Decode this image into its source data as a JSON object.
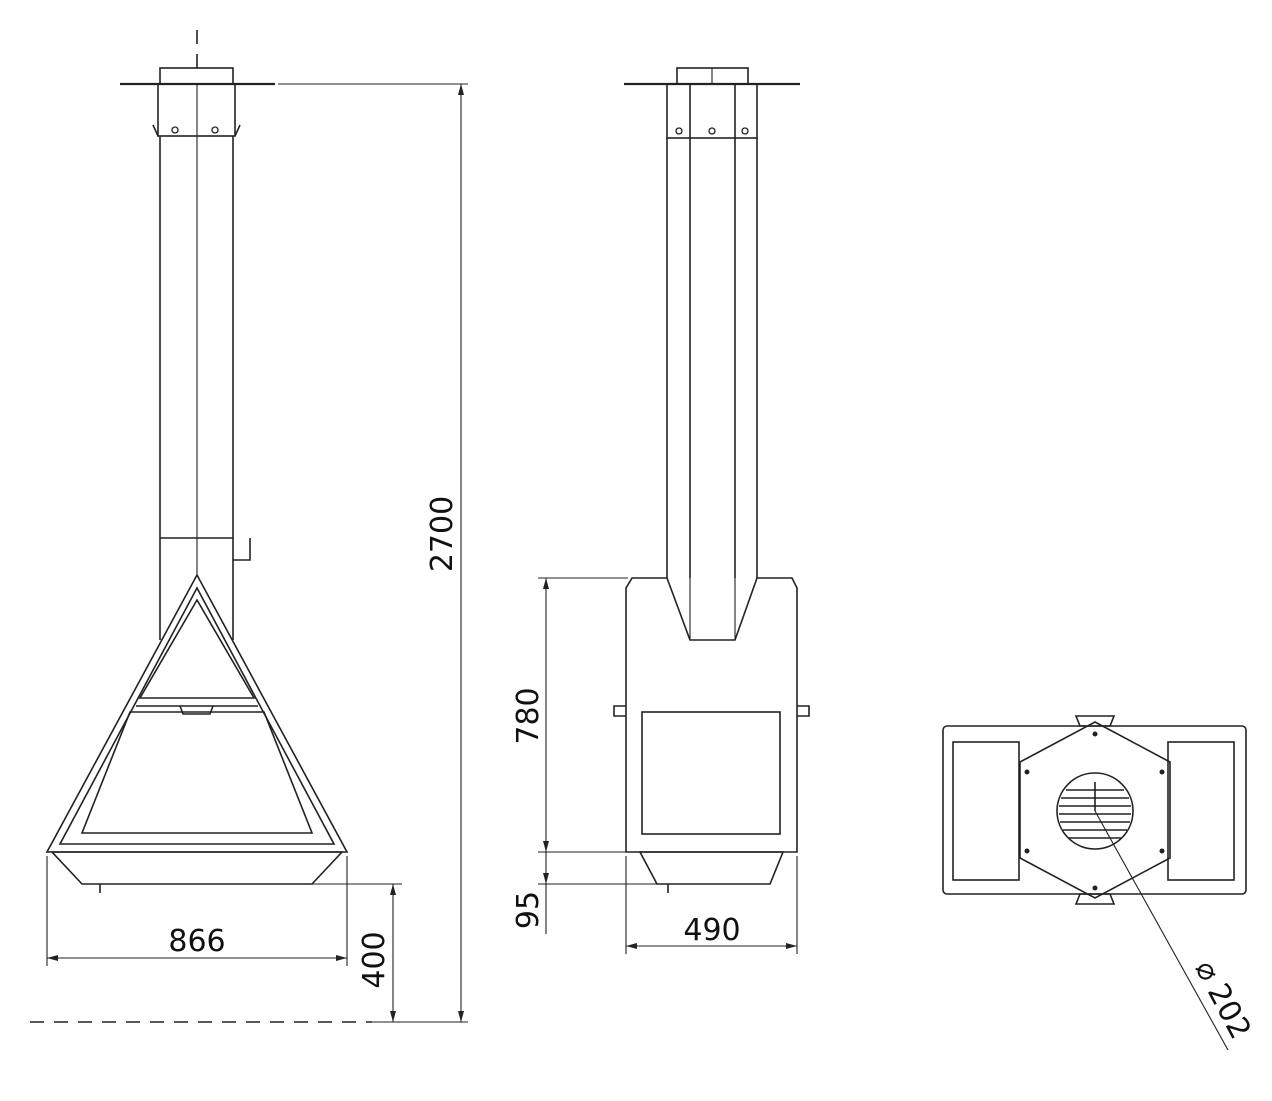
{
  "dimensions": {
    "front_width": "866",
    "front_floor_height": "400",
    "total_height": "2700",
    "side_body_height": "780",
    "side_base_height": "95",
    "side_width": "490",
    "flue_diameter_symbol": "⌀",
    "flue_diameter": "202"
  }
}
